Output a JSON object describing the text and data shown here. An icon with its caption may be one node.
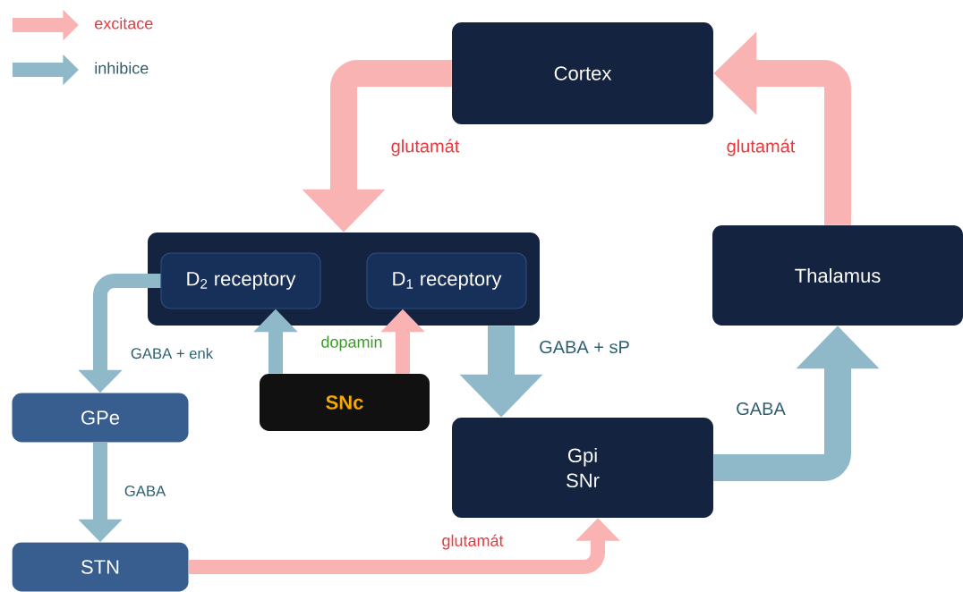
{
  "diagram": {
    "nodes": [
      {
        "text": [
          "Cortex"
        ]
      },
      {
        "text": [],
        "shape": "box"
      },
      {
        "text": [
          "D$_{2}$ receptory"
        ],
        "in": 1
      },
      {
        "text": [
          "D$_{1}$ receptory"
        ],
        "in": 1
      },
      {
        "text": [
          "Thalamus"
        ]
      },
      {
        "text": [
          "GPe"
        ]
      },
      {
        "text": [
          "SNc"
        ]
      },
      {
        "text": [
          "Gpi",
          "SNr"
        ]
      },
      {
        "text": [
          "STN"
        ]
      }
    ],
    "edges": [
      {
        "from": 0,
        "to": 1,
        "arrow": "to",
        "label": "glutamát",
        "style": "thick",
        "color": "#f9b3b3"
      },
      {
        "from": 4,
        "to": 0,
        "arrow": "to",
        "label": "glutamát",
        "style": "thick",
        "color": "#f9b3b3"
      },
      {
        "from": 2,
        "to": 5,
        "arrow": "to",
        "label": "GABA + enk"
      },
      {
        "from": 6,
        "to": 2,
        "arrow": "to"
      },
      {
        "from": 6,
        "to": 3,
        "arrow": "to",
        "color": "#f9b3b3"
      },
      {
        "from": 1,
        "to": 7,
        "arrow": "to",
        "label": "GABA + sP",
        "style": "thick"
      },
      {
        "from": 7,
        "to": 4,
        "arrow": "to",
        "label": "GABA",
        "style": "thick"
      },
      {
        "from": 5,
        "to": 8,
        "arrow": "to",
        "label": "GABA"
      },
      {
        "from": 8,
        "to": 7,
        "arrow": "to",
        "label": "glutamát",
        "color": "#f9b3b3"
      }
    ],
    "labels": [
      "dopamin"
    ],
    "legend": [
      {
        "text": "excitace",
        "color": "#f9b3b3"
      },
      {
        "text": "inhibice",
        "color": "#8fb9c9"
      }
    ]
  }
}
